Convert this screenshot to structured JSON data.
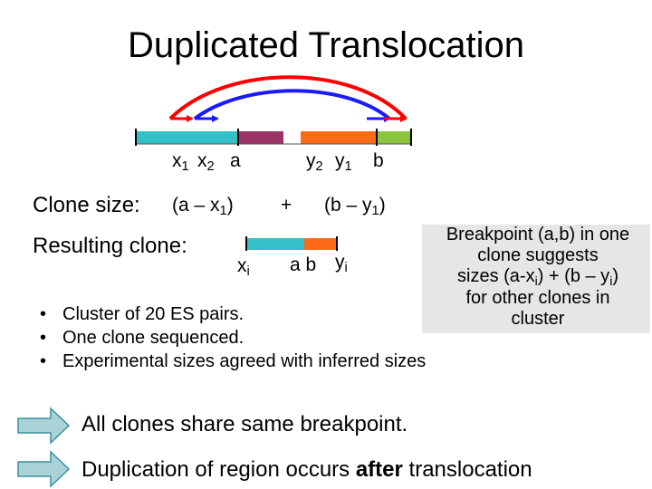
{
  "title": "Duplicated Translocation",
  "labels": {
    "x1_base": "x",
    "x1_sub": "1",
    "x2_base": "x",
    "x2_sub": "2",
    "a": "a",
    "y2_base": "y",
    "y2_sub": "2",
    "y1_base": "y",
    "y1_sub": "1",
    "b": "b"
  },
  "clone_size": {
    "label": "Clone size:",
    "term1_pre": "(a – x",
    "term1_sub": "1",
    "term1_post": ")",
    "plus": "+",
    "term2_pre": "(b – y",
    "term2_sub": "1",
    "term2_post": ")"
  },
  "resulting_clone": {
    "label": "Resulting clone:",
    "xi_base": "x",
    "xi_sub": "i",
    "ab": "a b",
    "yi_base": "y",
    "yi_sub": "i"
  },
  "callout": {
    "line1": "Breakpoint (a,b) in one",
    "line2": "clone suggests",
    "line3_pre": "sizes (a-x",
    "line3_sub1": "i",
    "line3_mid": ") + (b – y",
    "line3_sub2": "i",
    "line3_post": ")",
    "line4": "for other clones in",
    "line5": "cluster"
  },
  "bullets": [
    "Cluster of 20 ES pairs.",
    "One clone sequenced.",
    "Experimental sizes agreed with inferred sizes"
  ],
  "conclusions": {
    "first": "All clones share same breakpoint.",
    "second_pre": "Duplication of region occurs ",
    "second_bold": "after",
    "second_post": " translocation"
  },
  "colors": {
    "teal": "#33c0c8",
    "purple": "#993366",
    "orange": "#ff6a19",
    "green": "#8ac43f",
    "arc_red": "#ff0000",
    "arc_blue": "#1a1aff",
    "arrow_fill": "#a9d3d8",
    "callout_bg": "#e6e6e6"
  }
}
